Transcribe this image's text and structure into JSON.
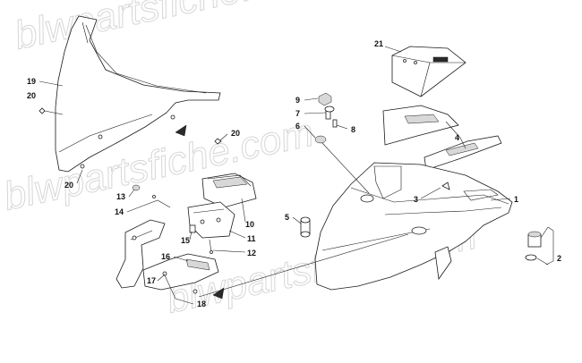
{
  "diagram": {
    "watermarks": [
      "blwpartsfiche.com",
      "blwpartsfiche.com",
      "blwpartsfiche.com"
    ],
    "callouts": [
      "1",
      "2",
      "3",
      "4",
      "5",
      "6",
      "7",
      "8",
      "9",
      "10",
      "11",
      "12",
      "13",
      "14",
      "15",
      "16",
      "17",
      "18",
      "19",
      "20",
      "20",
      "20",
      "21"
    ]
  }
}
